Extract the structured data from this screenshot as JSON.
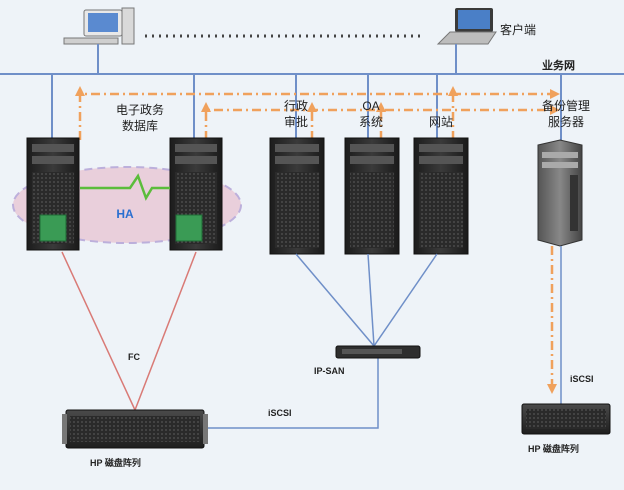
{
  "labels": {
    "client": "客户端",
    "business_net": "业务网",
    "egov_db_line1": "电子政务",
    "egov_db_line2": "数据库",
    "admin_line1": "行政",
    "admin_line2": "审批",
    "oa_line1": "OA",
    "oa_line2": "系统",
    "website": "网站",
    "backup_line1": "备份管理",
    "backup_line2": "服务器",
    "ha": "HA",
    "fc": "FC",
    "ipsan": "IP-SAN",
    "iscsi_left": "iSCSI",
    "iscsi_right": "iSCSI",
    "disk_array_left": "HP 磁盘阵列",
    "disk_array_right": "HP 磁盘阵列"
  },
  "colors": {
    "network_line": "#6f8fc8",
    "fc_line": "#d97a76",
    "backup_dashed": "#f0a15c",
    "heartbeat": "#5bbd3b",
    "ha_ellipse_fill": "#e9ccd8",
    "ha_ellipse_stroke": "#b7a8d8",
    "server_dark": "#2b2b2b"
  },
  "icons": [
    "desktop-computer-icon",
    "laptop-icon",
    "tower-server-icon",
    "disk-array-icon",
    "switch-icon"
  ]
}
